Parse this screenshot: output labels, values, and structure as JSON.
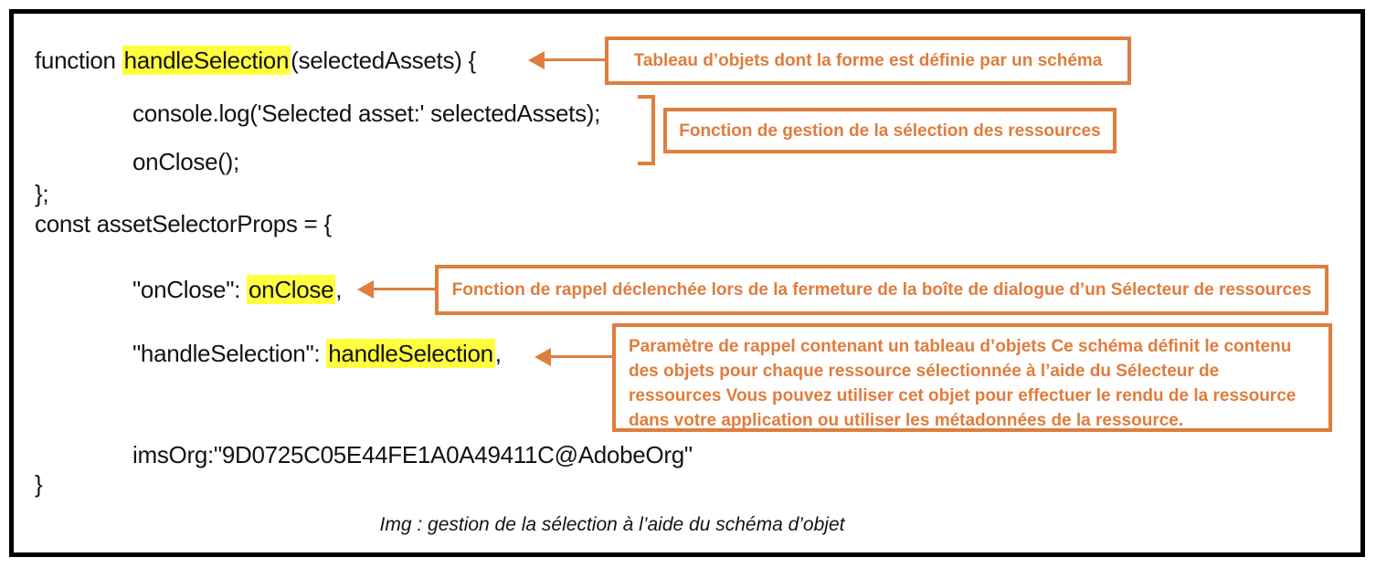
{
  "colors": {
    "accent_orange": "#DF7E3E",
    "highlight_yellow": "#FFFF3D",
    "code_text": "#131313",
    "frame_border": "#000000"
  },
  "code": {
    "line1_pre": "function ",
    "line1_highlight": "handleSelection",
    "line1_post": "(selectedAssets) {",
    "line2": "console.log('Selected asset:' selectedAssets);",
    "line3": "onClose();",
    "line4": "};",
    "line5": "const assetSelectorProps = {",
    "line6_pre": "\"onClose\": ",
    "line6_highlight": "onClose",
    "line6_post": ",",
    "line7_pre": "\"handleSelection\": ",
    "line7_highlight": "handleSelection",
    "line7_post": ",",
    "line8": "imsOrg:\"9D0725C05E44FE1A0A49411C@AdobeOrg\"",
    "line9": "}"
  },
  "annotations": {
    "box1": "Tableau d’objets dont la forme est définie par un schéma",
    "box2": "Fonction de gestion de la sélection des ressources",
    "box3": "Fonction de rappel déclenchée lors de la fermeture de la boîte de dialogue d’un Sélecteur de ressources",
    "box4": "Paramètre de rappel contenant un tableau d’objets Ce schéma définit le contenu des objets pour chaque ressource sélectionnée à l’aide du Sélecteur de ressources Vous pouvez utiliser cet objet pour effectuer le rendu de la ressource dans votre application ou utiliser les métadonnées de la ressource."
  },
  "caption": "Img : gestion de la sélection à l’aide du schéma d’objet"
}
